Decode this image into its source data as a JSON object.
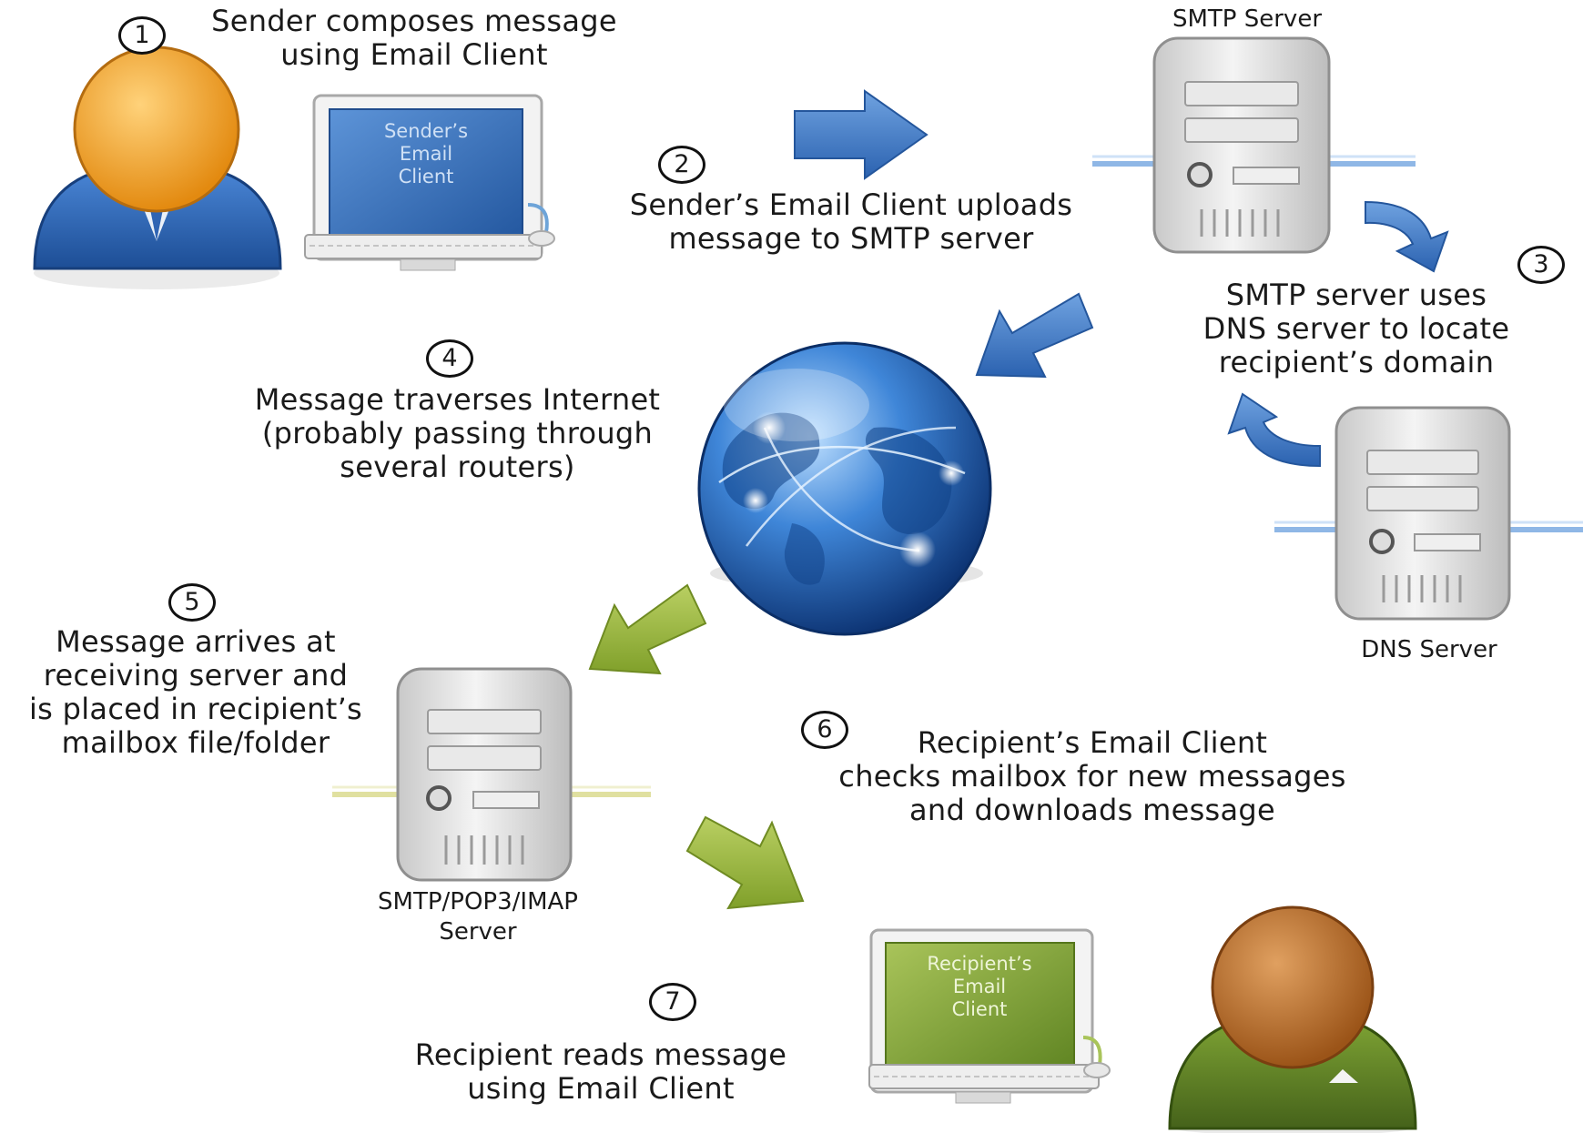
{
  "steps": [
    {
      "num": "1",
      "lines": [
        "Sender composes message",
        "using Email Client"
      ]
    },
    {
      "num": "2",
      "lines": [
        "Sender’s Email Client uploads",
        "message to SMTP server"
      ]
    },
    {
      "num": "3",
      "lines": [
        "SMTP server uses",
        "DNS server to locate",
        "recipient’s domain"
      ]
    },
    {
      "num": "4",
      "lines": [
        "Message traverses Internet",
        "(probably passing through",
        "several routers)"
      ]
    },
    {
      "num": "5",
      "lines": [
        "Message arrives at",
        "receiving server and",
        "is placed in recipient’s",
        "mailbox file/folder"
      ]
    },
    {
      "num": "6",
      "lines": [
        "Recipient’s Email Client",
        "checks mailbox for new messages",
        "and downloads message"
      ]
    },
    {
      "num": "7",
      "lines": [
        "Recipient reads message",
        "using Email Client"
      ]
    }
  ],
  "servers": {
    "smtp": [
      "SMTP Server"
    ],
    "dns": [
      "DNS Server"
    ],
    "receiving": [
      "SMTP/POP3/IMAP",
      "Server"
    ]
  },
  "monitors": {
    "sender": [
      "Sender’s",
      "Email",
      "Client"
    ],
    "recipient": [
      "Recipient’s",
      "Email",
      "Client"
    ]
  },
  "colors": {
    "sender_blue": "#2f64b3",
    "sender_head": "#f0a020",
    "recipient_green": "#5e7f1c",
    "recipient_head": "#b8651c",
    "arrow_blue": "#3f78c4",
    "arrow_green": "#9ab43c",
    "server_gray": "#d8d8d8"
  },
  "icons": [
    "person-sender-icon",
    "monitor-icon",
    "server-icon",
    "globe-icon",
    "arrow-icon",
    "person-recipient-icon"
  ]
}
